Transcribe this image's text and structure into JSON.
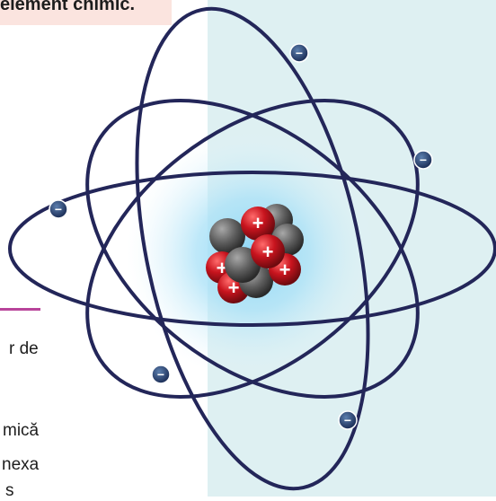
{
  "header": {
    "title": "element chimic."
  },
  "side_text": {
    "line1": "r de",
    "line2": "mică",
    "line3": "nexa",
    "line4": "s"
  },
  "atom": {
    "electron_symbol": "−",
    "proton_symbol": "+",
    "colors": {
      "orbit": "#232659",
      "proton": "#b5121b",
      "neutron": "#5b5b5b",
      "glow": "#7fd0f2",
      "electron": "#1d3f73"
    }
  }
}
